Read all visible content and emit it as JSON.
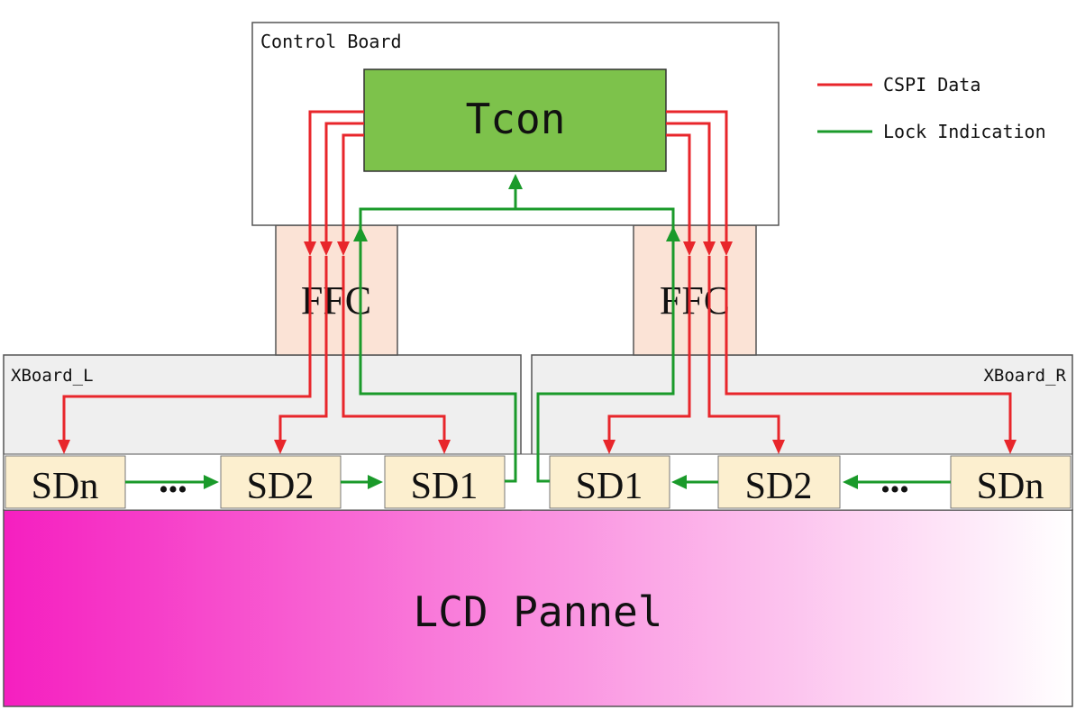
{
  "control_board": {
    "label": "Control Board"
  },
  "tcon": {
    "label": "Tcon"
  },
  "ffc_left": {
    "label": "FFC"
  },
  "ffc_right": {
    "label": "FFC"
  },
  "xboard_left": {
    "label": "XBoard_L"
  },
  "xboard_right": {
    "label": "XBoard_R"
  },
  "left_chain": {
    "sdn": "SDn",
    "ellipsis": "•••",
    "sd2": "SD2",
    "sd1": "SD1"
  },
  "right_chain": {
    "sd1": "SD1",
    "sd2": "SD2",
    "ellipsis": "•••",
    "sdn": "SDn"
  },
  "panel": {
    "label": "LCD Pannel"
  },
  "legend": {
    "items": [
      {
        "label": "CSPI Data",
        "color": "#e8262b"
      },
      {
        "label": "Lock Indication",
        "color": "#1a9a2a"
      }
    ]
  },
  "colors": {
    "tcon_fill": "#7dc24b",
    "ffc_fill": "#fbe3d6",
    "xboard_fill": "#efefef",
    "sd_fill": "#fcefcf",
    "panel_start": "#f51fc0",
    "panel_end": "#ffffff",
    "red": "#e8262b",
    "green": "#1a9a2a"
  }
}
